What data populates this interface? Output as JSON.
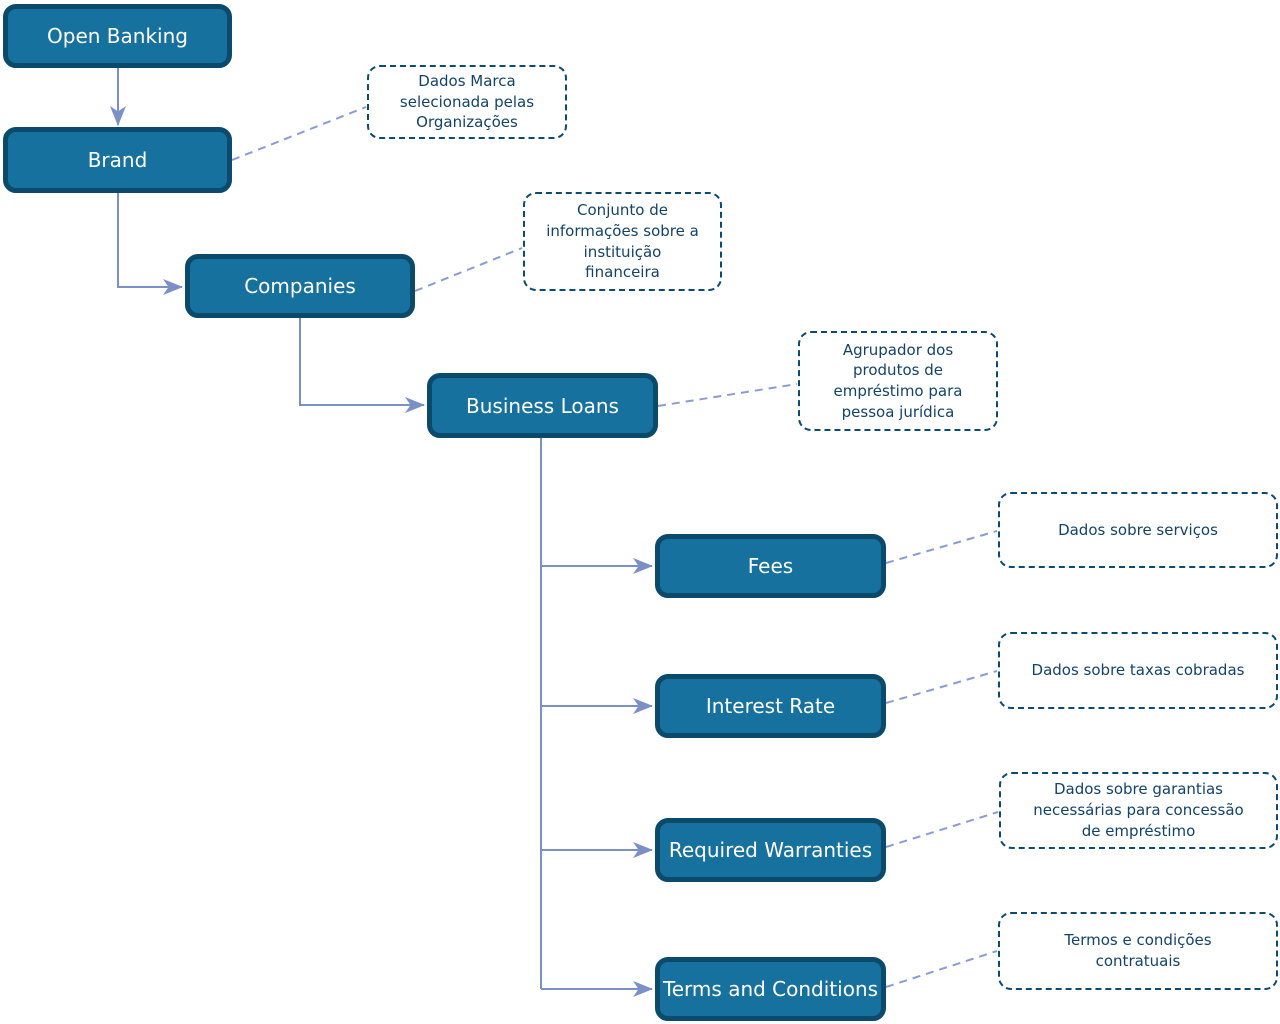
{
  "diagram": {
    "nodes": [
      {
        "id": "open-banking",
        "label": "Open Banking"
      },
      {
        "id": "brand",
        "label": "Brand"
      },
      {
        "id": "companies",
        "label": "Companies"
      },
      {
        "id": "business-loans",
        "label": "Business Loans"
      },
      {
        "id": "fees",
        "label": "Fees"
      },
      {
        "id": "interest-rate",
        "label": "Interest Rate"
      },
      {
        "id": "required-warranties",
        "label": "Required Warranties"
      },
      {
        "id": "terms-and-conditions",
        "label": "Terms and Conditions"
      }
    ],
    "annotations": [
      {
        "for": "brand",
        "text": "Dados Marca\nselecionada pelas\nOrganizações"
      },
      {
        "for": "companies",
        "text": "Conjunto de\ninformações sobre a\ninstituição\nfinanceira"
      },
      {
        "for": "business-loans",
        "text": "Agrupador dos\nprodutos de\nempréstimo para\npessoa jurídica"
      },
      {
        "for": "fees",
        "text": "Dados sobre serviços"
      },
      {
        "for": "interest-rate",
        "text": "Dados sobre taxas cobradas"
      },
      {
        "for": "required-warranties",
        "text": "Dados sobre garantias\nnecessárias para concessão\nde empréstimo"
      },
      {
        "for": "terms-and-conditions",
        "text": "Termos e condições\ncontratuais"
      }
    ],
    "colors": {
      "node_fill": "#17719F",
      "node_border": "#0B4A6B",
      "node_text": "#FFFFFF",
      "annotation_border": "#0D4A70",
      "annotation_text": "#134369",
      "solid_connector": "#7B90C7",
      "dashed_connector": "#8B9CD3",
      "background": "#FFFFFF"
    }
  }
}
